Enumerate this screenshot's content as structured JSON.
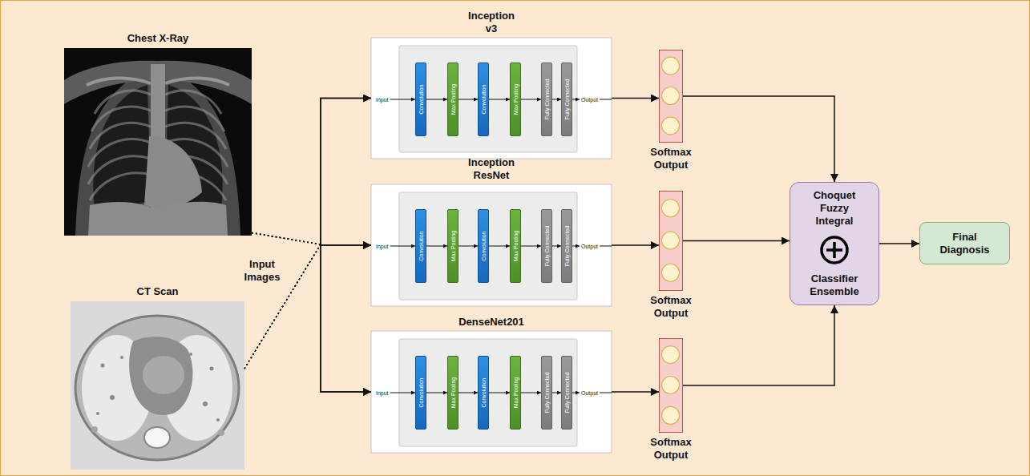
{
  "diagram": {
    "nodes": [
      {
        "text": [
          "Chest X-Ray"
        ]
      },
      {
        "text": [
          "CT Scan"
        ]
      },
      {
        "text": [
          "Inception v3",
          "Input",
          "Output"
        ]
      },
      {
        "text": [
          "Convolution"
        ],
        "in": 2
      },
      {
        "text": [
          "Max Pooling"
        ],
        "in": 2
      },
      {
        "text": [
          "Convolution"
        ],
        "in": 2
      },
      {
        "text": [
          "Max Pooling"
        ],
        "in": 2
      },
      {
        "text": [
          "Fully Connected"
        ],
        "in": 2
      },
      {
        "text": [
          "Fully Connected"
        ],
        "in": 2
      },
      {
        "text": [
          "Softmax Output"
        ]
      },
      {
        "text": [
          "Inception ResNet",
          "Input",
          "Output"
        ]
      },
      {
        "text": [
          "Convolution"
        ],
        "in": 10
      },
      {
        "text": [
          "Max Pooling"
        ],
        "in": 10
      },
      {
        "text": [
          "Convolution"
        ],
        "in": 10
      },
      {
        "text": [
          "Max Pooling"
        ],
        "in": 10
      },
      {
        "text": [
          "Fully Connected"
        ],
        "in": 10
      },
      {
        "text": [
          "Fully Connected"
        ],
        "in": 10
      },
      {
        "text": [
          "Softmax Output"
        ]
      },
      {
        "text": [
          "DenseNet201",
          "Input",
          "Output"
        ]
      },
      {
        "text": [
          "Convolution"
        ],
        "in": 18
      },
      {
        "text": [
          "Max Pooling"
        ],
        "in": 18
      },
      {
        "text": [
          "Convolution"
        ],
        "in": 18
      },
      {
        "text": [
          "Max Pooling"
        ],
        "in": 18
      },
      {
        "text": [
          "Fully Connected"
        ],
        "in": 18
      },
      {
        "text": [
          "Fully Connected"
        ],
        "in": 18
      },
      {
        "text": [
          "Softmax Output"
        ]
      },
      {
        "text": [
          "Choquet Fuzzy Integral",
          "Classifier Ensemble"
        ]
      },
      {
        "text": [
          "Final Diagnosis"
        ]
      }
    ],
    "edges": [
      {
        "from": 0,
        "to": 2,
        "arrow": "to"
      },
      {
        "from": 0,
        "to": 10,
        "arrow": "to"
      },
      {
        "from": 0,
        "to": 18,
        "arrow": "to"
      },
      {
        "from": 1,
        "to": 2,
        "arrow": "to"
      },
      {
        "from": 1,
        "to": 10,
        "arrow": "to"
      },
      {
        "from": 1,
        "to": 18,
        "arrow": "to"
      },
      {
        "from": 3,
        "to": 4,
        "arrow": "to"
      },
      {
        "from": 4,
        "to": 5,
        "arrow": "to"
      },
      {
        "from": 5,
        "to": 6,
        "arrow": "to"
      },
      {
        "from": 6,
        "to": 7,
        "arrow": "to"
      },
      {
        "from": 7,
        "to": 8,
        "arrow": "to"
      },
      {
        "from": 11,
        "to": 12,
        "arrow": "to"
      },
      {
        "from": 12,
        "to": 13,
        "arrow": "to"
      },
      {
        "from": 13,
        "to": 14,
        "arrow": "to"
      },
      {
        "from": 14,
        "to": 15,
        "arrow": "to"
      },
      {
        "from": 15,
        "to": 16,
        "arrow": "to"
      },
      {
        "from": 19,
        "to": 20,
        "arrow": "to"
      },
      {
        "from": 20,
        "to": 21,
        "arrow": "to"
      },
      {
        "from": 21,
        "to": 22,
        "arrow": "to"
      },
      {
        "from": 22,
        "to": 23,
        "arrow": "to"
      },
      {
        "from": 23,
        "to": 24,
        "arrow": "to"
      },
      {
        "from": 2,
        "to": 9,
        "arrow": "to"
      },
      {
        "from": 10,
        "to": 17,
        "arrow": "to"
      },
      {
        "from": 18,
        "to": 25,
        "arrow": "to"
      },
      {
        "from": 9,
        "to": 26,
        "arrow": "to"
      },
      {
        "from": 17,
        "to": 26,
        "arrow": "to"
      },
      {
        "from": 25,
        "to": 26,
        "arrow": "to"
      },
      {
        "from": 26,
        "to": 27,
        "arrow": "to"
      }
    ],
    "labels": [
      "Input Images"
    ]
  }
}
